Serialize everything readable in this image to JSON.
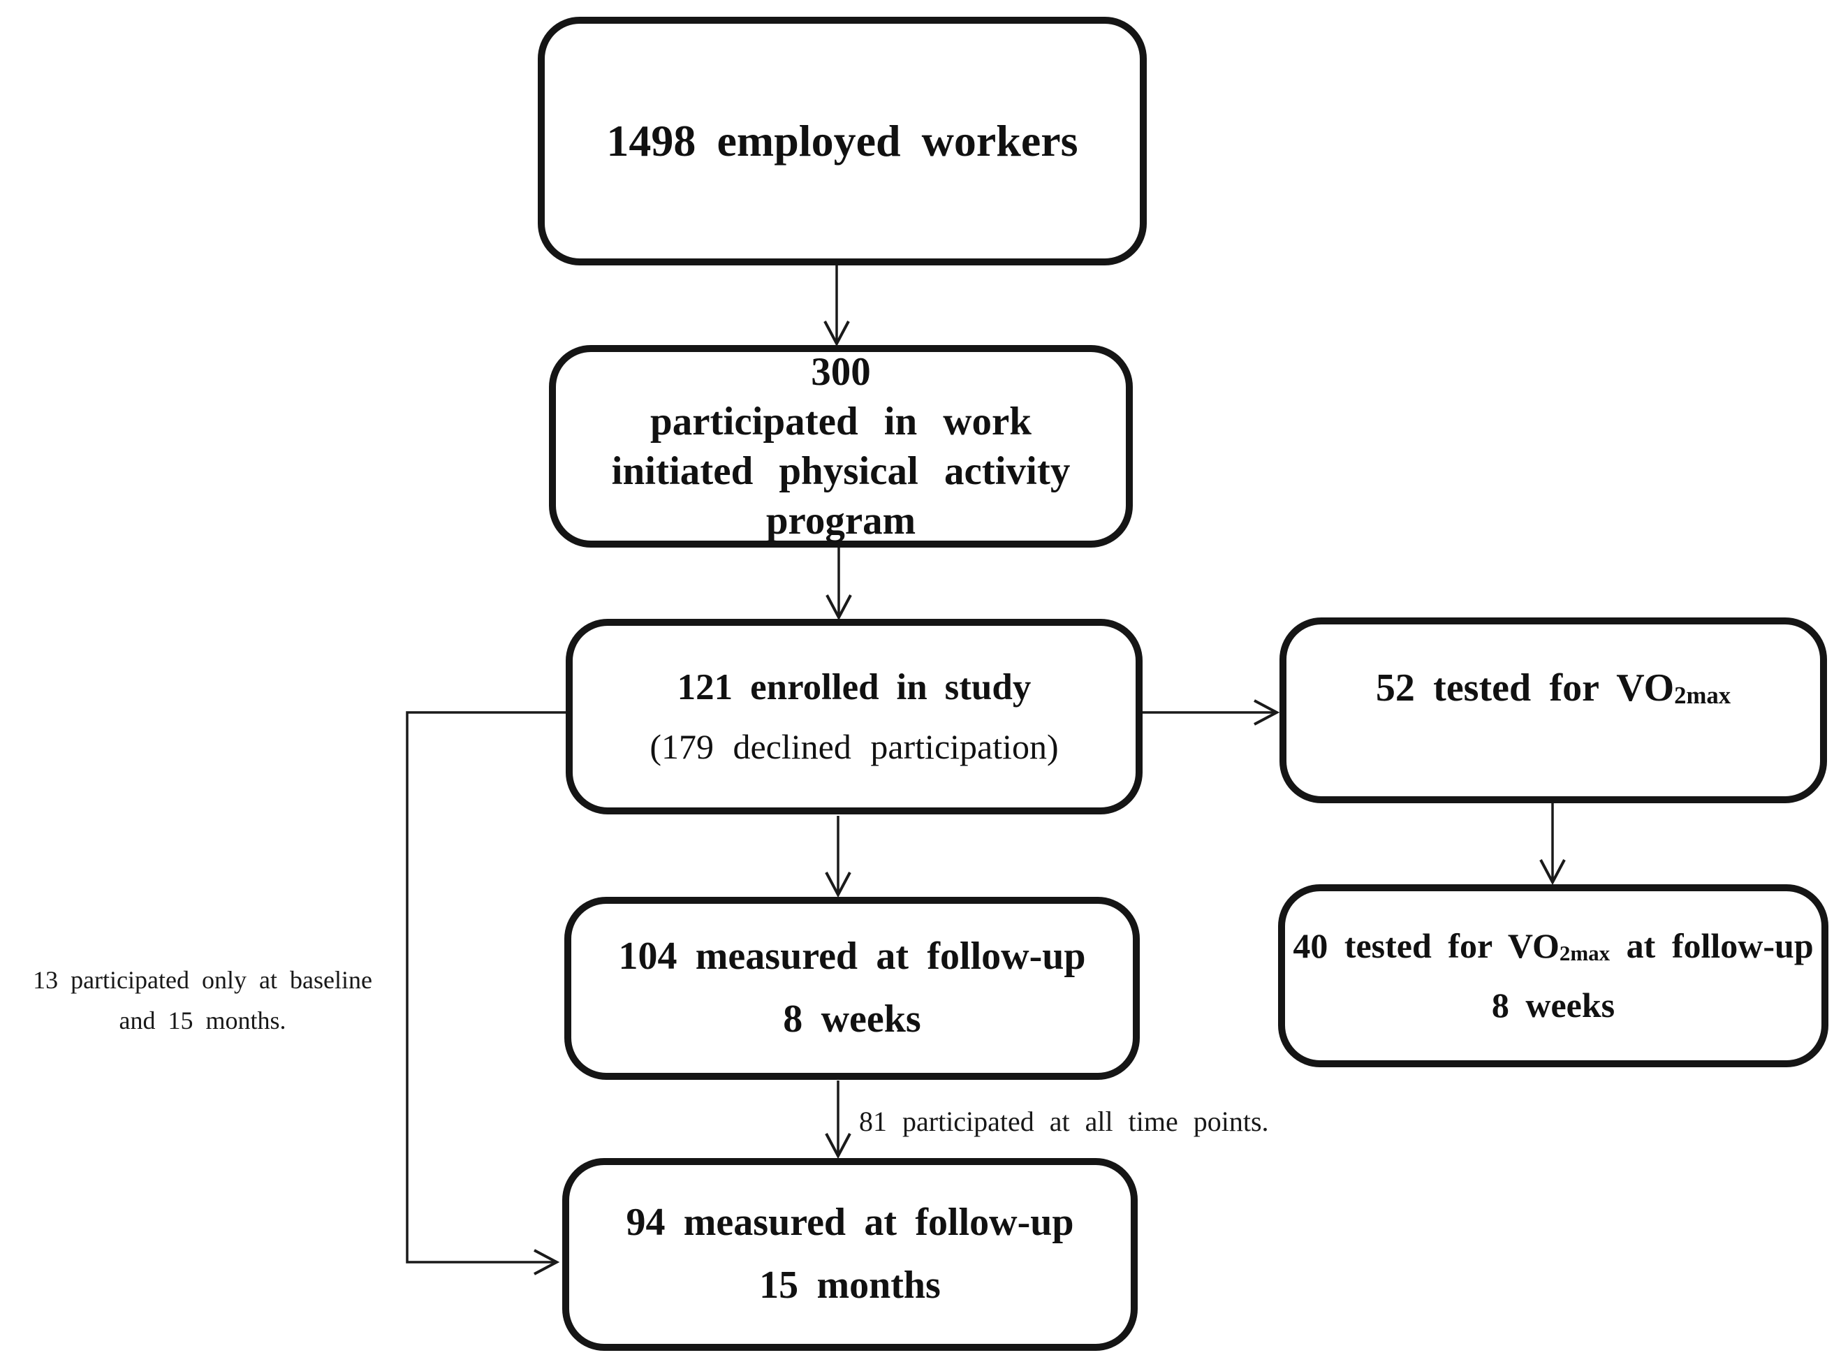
{
  "diagram": {
    "colors": {
      "background": "#ffffff",
      "line": "#1a1a1a",
      "text": "#111111"
    },
    "boxes": {
      "employed_workers": {
        "text": "1498 employed workers"
      },
      "program": {
        "lines": [
          "300",
          "participated in work",
          "initiated physical activity",
          "program"
        ]
      },
      "enrolled": {
        "line1": "121 enrolled in study",
        "line2": "(179 declined participation)"
      },
      "vo2max_baseline": {
        "pre": "52 tested for VO",
        "sub": "2max",
        "post": ""
      },
      "followup_8weeks": {
        "line1": "104 measured at follow-up",
        "line2": "8 weeks"
      },
      "vo2max_followup": {
        "pre": "40 tested for VO",
        "sub": "2max",
        "post": " at follow-up",
        "line2": "8 weeks"
      },
      "followup_15months": {
        "line1": "94 measured at follow-up",
        "line2": "15 months"
      }
    },
    "annotations": {
      "baseline_only_line1": "13 participated only at baseline",
      "baseline_only_line2": "and 15 months.",
      "all_timepoints": "81 participated at all time points."
    }
  }
}
